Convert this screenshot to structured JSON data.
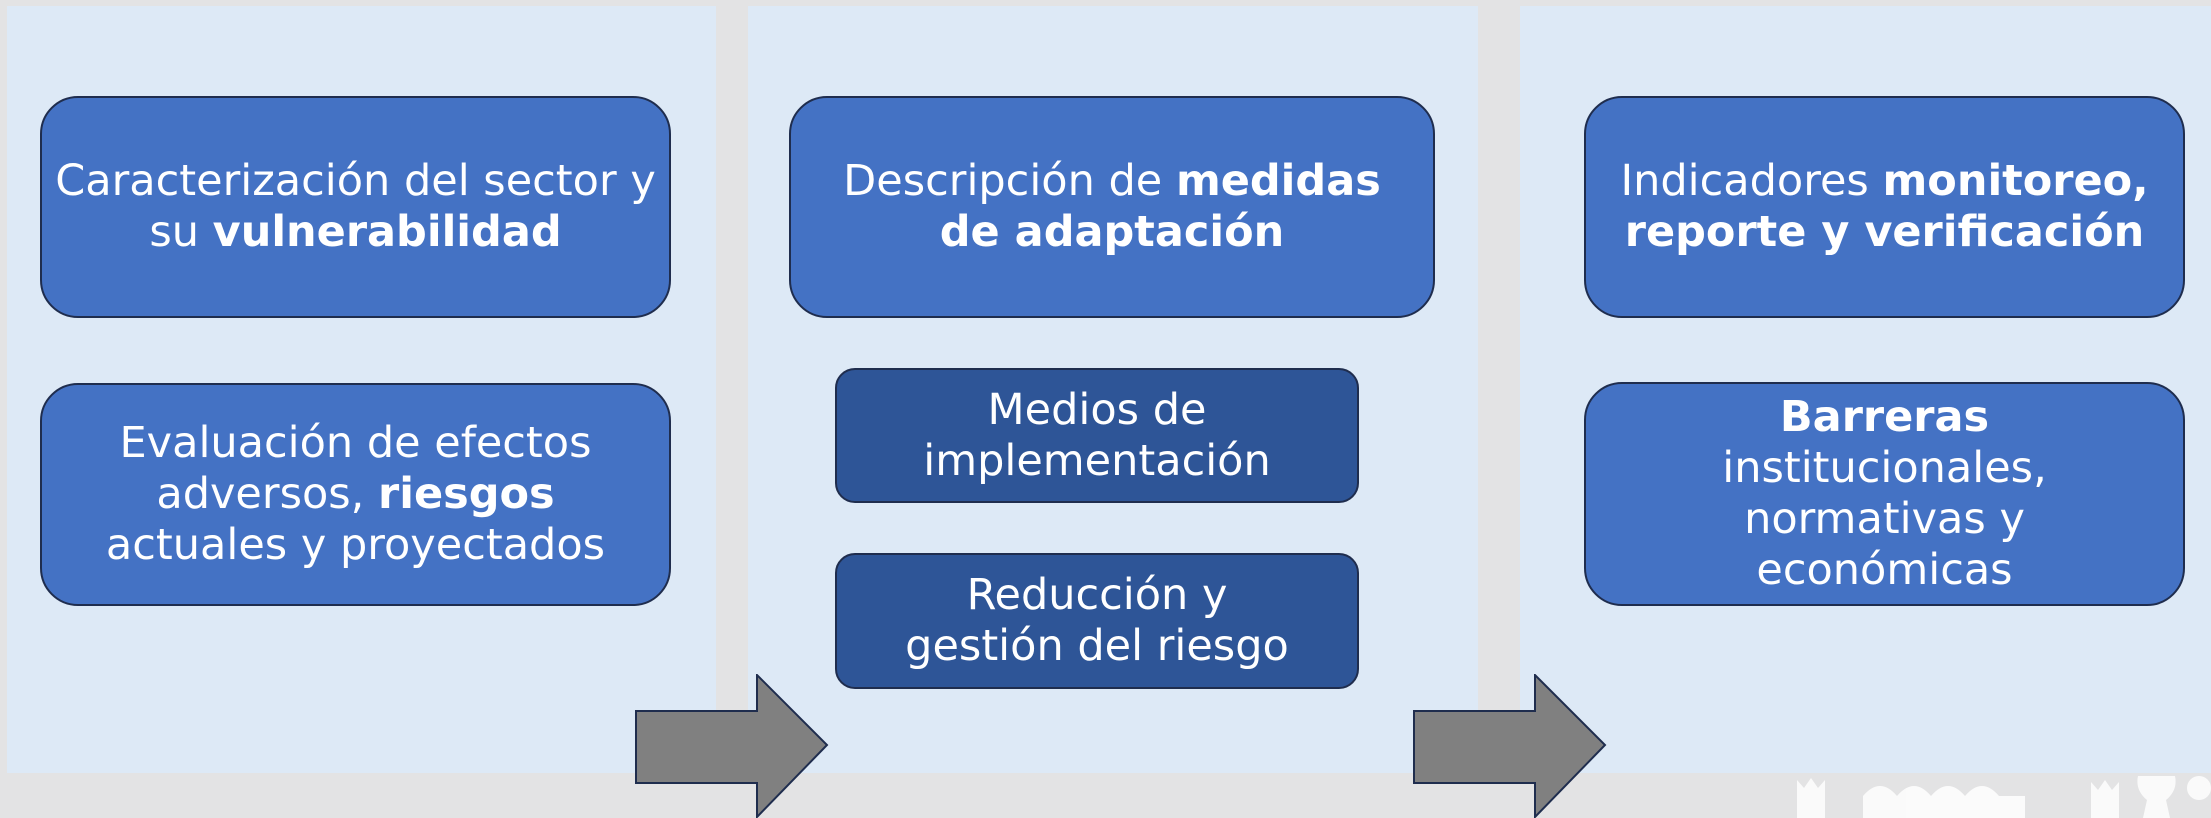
{
  "panels": {
    "left": {
      "box1": {
        "text_a": "Caracterización del sector y su ",
        "text_b": "vulnerabilidad"
      },
      "box2": {
        "text_a": "Evaluación de efectos adversos, ",
        "text_b": "riesgos",
        "text_c": " actuales y proyectados"
      }
    },
    "middle": {
      "box1": {
        "text_a": "Descripción de ",
        "text_b": "medidas de adaptación"
      },
      "box2": {
        "text": "Medios de implementación"
      },
      "box3": {
        "text": "Reducción y gestión del riesgo"
      }
    },
    "right": {
      "box1": {
        "text_a": "Indicadores ",
        "text_b": "monitoreo, reporte y verificación"
      },
      "box2": {
        "text_a": "Barreras",
        "text_b": "institucionales, normativas y económicas"
      }
    }
  },
  "colors": {
    "background": "#e3e3e4",
    "panel": "#dde9f6",
    "box_primary": "#4472c4",
    "box_secondary": "#2e5597",
    "box_border": "#1f2d4e",
    "arrow": "#808080",
    "text": "#ffffff"
  }
}
